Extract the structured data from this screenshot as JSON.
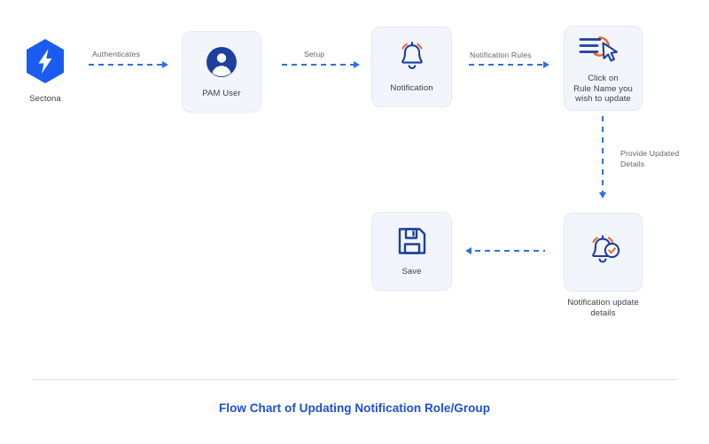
{
  "chart_data": {
    "type": "diagram",
    "title": "Flow Chart of Updating Notification Role/Group",
    "nodes": [
      {
        "id": "sectona",
        "label": "Sectona",
        "icon": "sectona-hexagon-bolt-logo",
        "label_position": "below-outside"
      },
      {
        "id": "pam-user",
        "label": "PAM User",
        "icon": "user-avatar-icon",
        "label_position": "inside-card"
      },
      {
        "id": "notification",
        "label": "Notification",
        "icon": "bell-ringing-icon",
        "label_position": "inside-card"
      },
      {
        "id": "click-rule",
        "label": "Click on\nRule Name you\nwish to update",
        "icon": "list-cursor-click-icon",
        "label_position": "inside-card"
      },
      {
        "id": "save",
        "label": "Save",
        "icon": "floppy-disk-save-icon",
        "label_position": "inside-card"
      },
      {
        "id": "notif-update",
        "label": "Notification update\ndetails",
        "icon": "bell-check-icon",
        "label_position": "below-outside"
      }
    ],
    "edges": [
      {
        "from": "sectona",
        "to": "pam-user",
        "label": "Authenticates",
        "style": "dashed",
        "direction": "right"
      },
      {
        "from": "pam-user",
        "to": "notification",
        "label": "Setup",
        "style": "dashed",
        "direction": "right"
      },
      {
        "from": "notification",
        "to": "click-rule",
        "label": "Notification Rules",
        "style": "dashed",
        "direction": "right"
      },
      {
        "from": "click-rule",
        "to": "notif-update",
        "label": "Provide Updated Details",
        "style": "dashed",
        "direction": "down"
      },
      {
        "from": "notif-update",
        "to": "save",
        "label": "",
        "style": "dashed",
        "direction": "left"
      }
    ],
    "colors": {
      "accent_blue": "#2f6fe4",
      "icon_blue": "#1d3fa0",
      "icon_orange": "#f4682a",
      "card_bg": "#f2f5fc",
      "card_border": "#e3e8f3",
      "title_blue": "#1d4ed8",
      "label_gray": "#3c4043",
      "edge_label_gray": "#5f6368",
      "divider_gray": "#dcdcdc",
      "page_bg": "#ffffff"
    }
  },
  "nodes": {
    "sectona": {
      "label": "Sectona"
    },
    "pam_user": {
      "label": "PAM User"
    },
    "notification": {
      "label": "Notification"
    },
    "click_rule": {
      "line1": "Click on",
      "line2": "Rule Name you",
      "line3": "wish to update"
    },
    "save": {
      "label": "Save"
    },
    "notif_update": {
      "line1": "Notification update",
      "line2": "details"
    }
  },
  "edges": {
    "authenticates": {
      "label": "Authenticates"
    },
    "setup": {
      "label": "Setup"
    },
    "notification_rules": {
      "label": "Notification Rules"
    },
    "provide_updated": {
      "line1": "Provide Updated",
      "line2": "Details"
    }
  },
  "footer": {
    "title": "Flow Chart of Updating Notification Role/Group"
  }
}
